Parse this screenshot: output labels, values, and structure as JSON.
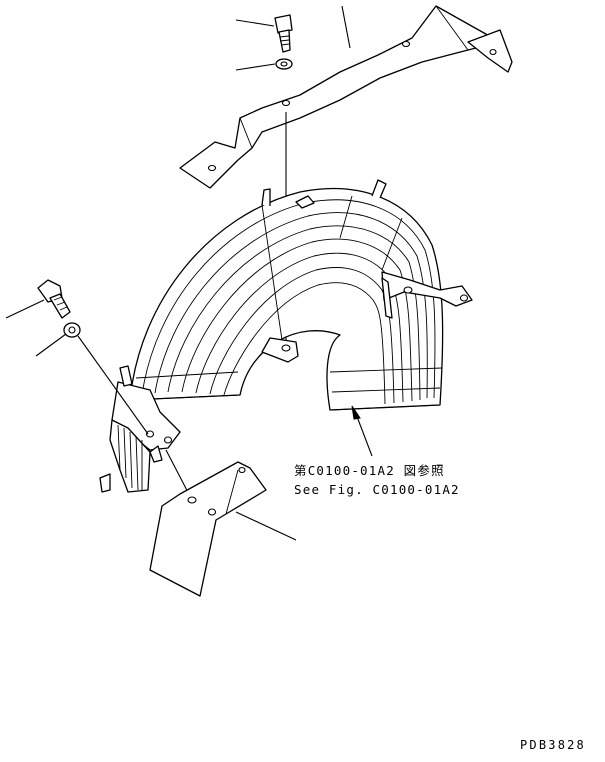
{
  "callout": {
    "reference_ja": "第C0100-01A2 図参照",
    "reference_en": "See Fig. C0100-01A2"
  },
  "drawing_id": "PDB3828"
}
